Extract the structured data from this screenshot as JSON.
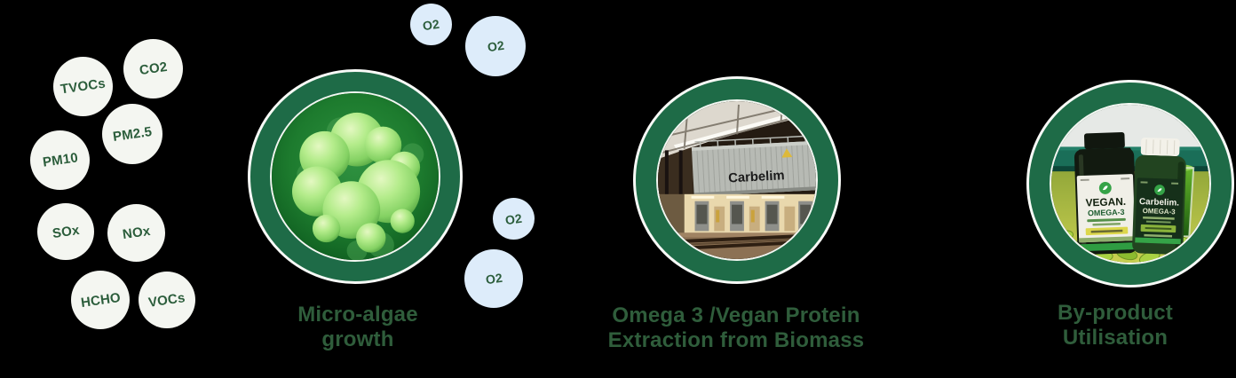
{
  "palette": {
    "background": "#000000",
    "ring_green": "#1e6b47",
    "caption_green": "#2f5d3b",
    "pollutant_circle": "#f4f6f1",
    "oxygen_circle": "#ddecfa",
    "label_text_green": "#2b5d3b"
  },
  "pollutants": [
    {
      "label": "TVOCs"
    },
    {
      "label": "CO2"
    },
    {
      "label": "PM2.5"
    },
    {
      "label": "PM10"
    },
    {
      "label": "SOx"
    },
    {
      "label": "NOx"
    },
    {
      "label": "HCHO"
    },
    {
      "label": "VOCs"
    }
  ],
  "oxygen_bubbles": [
    {
      "label": "O2"
    },
    {
      "label": "O2"
    },
    {
      "label": "O2"
    },
    {
      "label": "O2"
    }
  ],
  "stages": [
    {
      "id": "micro-algae-growth",
      "caption_line1": "Micro-algae",
      "caption_line2": "growth"
    },
    {
      "id": "omega3-extraction",
      "caption_line1": "Omega 3 /Vegan Protein",
      "caption_line2": "Extraction from Biomass",
      "container_label": "Carbelim"
    },
    {
      "id": "by-product-utilisation",
      "caption_line1": "By-product",
      "caption_line2": "Utilisation",
      "bottle_left": {
        "line1": "VEGAN.",
        "line2": "OMEGA-3"
      },
      "bottle_right": {
        "line1": "Carbelim.",
        "line2": "OMEGA-3"
      }
    }
  ]
}
